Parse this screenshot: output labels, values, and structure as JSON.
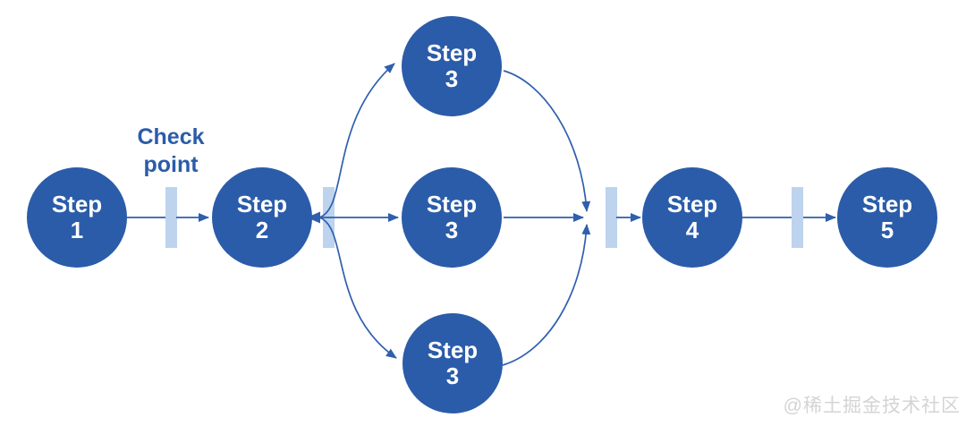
{
  "diagram": {
    "checkpoint_label": {
      "line1": "Check",
      "line2": "point"
    },
    "nodes": [
      {
        "id": "step-1",
        "line1": "Step",
        "line2": "1"
      },
      {
        "id": "step-2",
        "line1": "Step",
        "line2": "2"
      },
      {
        "id": "step-3-top",
        "line1": "Step",
        "line2": "3"
      },
      {
        "id": "step-3-middle",
        "line1": "Step",
        "line2": "3"
      },
      {
        "id": "step-3-bottom",
        "line1": "Step",
        "line2": "3"
      },
      {
        "id": "step-4",
        "line1": "Step",
        "line2": "4"
      },
      {
        "id": "step-5",
        "line1": "Step",
        "line2": "5"
      }
    ],
    "checkpoint_count": 4,
    "colors": {
      "node_fill": "#2b5ca9",
      "node_text": "#ffffff",
      "connector": "#2f5fad",
      "checkpoint_bar": "#bdd3ee",
      "label_text": "#2b5ca9",
      "watermark_text": "#d4d4d4"
    },
    "watermark": "@稀土掘金技术社区"
  }
}
